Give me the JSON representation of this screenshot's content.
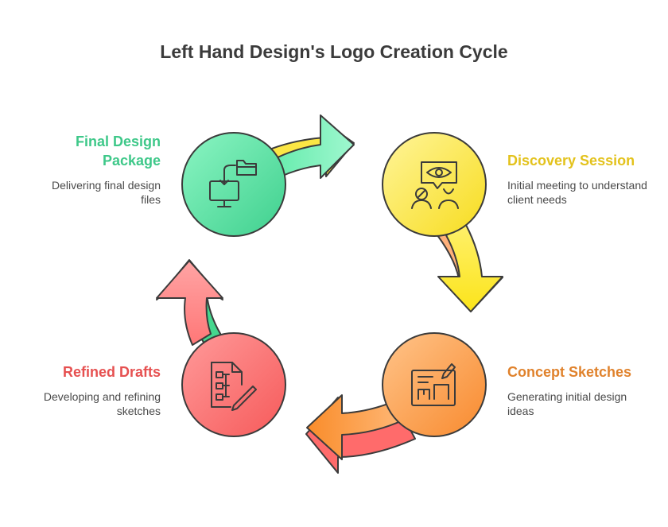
{
  "title": "Left Hand Design's Logo Creation Cycle",
  "colors": {
    "green": "#3ec889",
    "yellow": "#f4d21a",
    "orange": "#f08a32",
    "red": "#f25c5c",
    "outline": "#3b3b3b"
  },
  "stages": [
    {
      "key": "final",
      "icon": "monitor-folder-icon",
      "heading": "Final Design Package",
      "description": "Delivering final design files",
      "color": "#3ec889"
    },
    {
      "key": "discovery",
      "icon": "eye-people-icon",
      "heading": "Discovery Session",
      "description": "Initial meeting to understand client needs",
      "color": "#e3c21c"
    },
    {
      "key": "concept",
      "icon": "sketch-board-icon",
      "heading": "Concept Sketches",
      "description": "Generating initial design ideas",
      "color": "#e0822c"
    },
    {
      "key": "refined",
      "icon": "document-pencil-icon",
      "heading": "Refined Drafts",
      "description": "Developing and refining sketches",
      "color": "#e65050"
    }
  ]
}
